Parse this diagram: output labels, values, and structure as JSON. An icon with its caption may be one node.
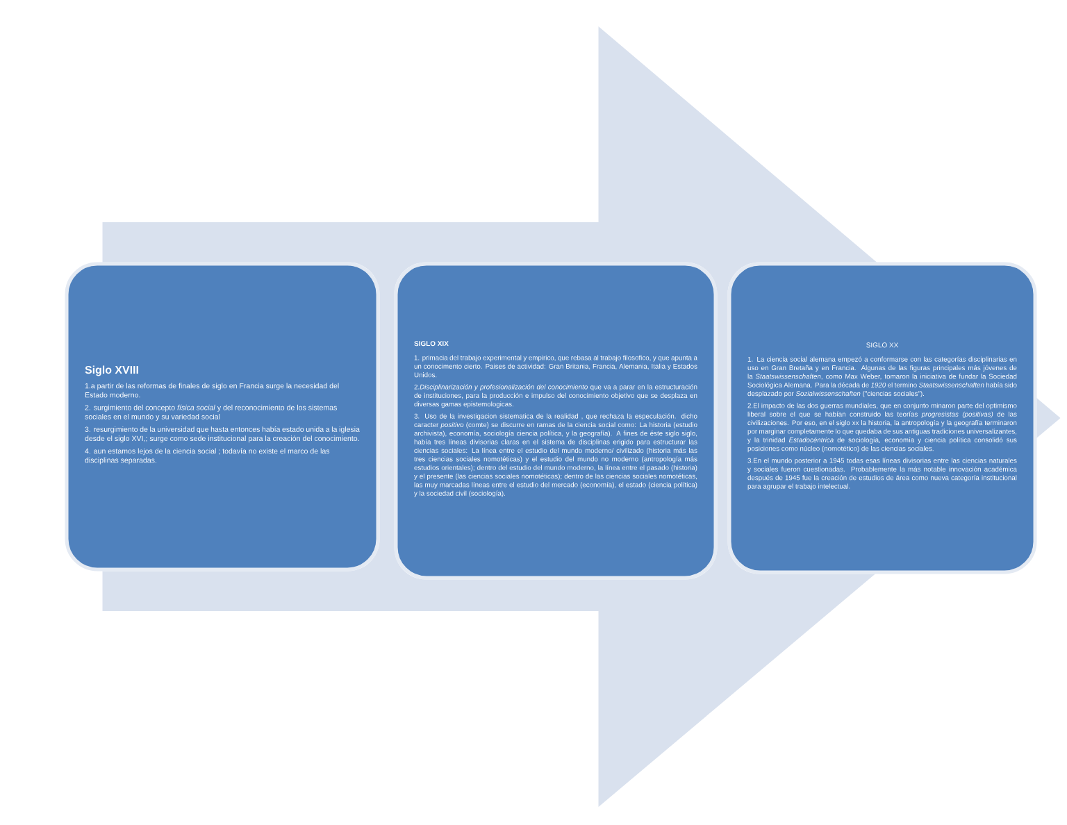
{
  "diagram": {
    "nodes": [
      {
        "text": [
          "Siglo XVIII",
          "1.a partir de las reformas de finales de siglo en Francia surge la necesidad del Estado moderno.",
          "2. surgimiento del concepto *física social* y del reconocimiento de los sistemas sociales en el mundo y su variedad social",
          "3. resurgimiento de la universidad que hasta entonces había estado unida a la iglesia desde el siglo XVI,; surge como sede institucional para la creación del conocimiento.",
          "4. aun estamos lejos de la ciencia social ; todavía no existe el marco de las disciplinas separadas."
        ]
      },
      {
        "text": [
          "SIGLO XIX",
          "1. primacia del trabajo experimental y empirico, que rebasa al trabajo filosofico, y que apunta a un conocimento cierto. Paises de actividad: Gran Britania, Francia, Alemania, Italia y Estados Unidos.",
          "2.*Disciplinarización y profesionalización del conocimiento* que va a parar en la estructuración de instituciones, para la producción e impulso del conocimiento objetivo que se desplaza en diversas gamas epistemologicas.",
          "3. Uso de la investigacion sistematica de la realidad , que rechaza la especulación. dicho caracter *positivo* (comte) se discurre en ramas de la ciencia social como: La historia (estudio archivista), economía, sociología ciencia política, y la geografía). A fines de éste siglo siglo, había tres líneas divisorias claras en el sistema de disciplinas erigido para estructurar las ciencias sociales: La línea entre el estudio del mundo moderno/ civilizado (historia más las tres ciencias sociales nomotéticas) y el estudio del mundo no moderno (antropología más estudios orientales); dentro del estudio del mundo moderno, la línea entre el pasado (historia) y el presente (las ciencias sociales nomotéticas); dentro de las ciencias sociales nomotéticas, las muy marcadas líneas entre el estudio del mercado (economía), el estado (ciencia política) y la sociedad civil (sociología)."
        ]
      },
      {
        "text": [
          "SIGLO XX",
          "1. La ciencia social alemana empezó a conformarse con las categorías disciplinarias en uso en Gran Bretaña y en Francia. Algunas de las figuras principales más jóvenes de la *Staatswissenschaften*, como Max Weber, tomaron la iniciativa de fundar la Sociedad Sociológica Alemana. Para la década de *1920* el termino *Staatswissenschaften* había sido desplazado por *Sozialwissenschaften* (\"ciencias sociales\").",
          "2.El impacto de las dos guerras mundiales, que en conjunto minaron parte del optimismo liberal sobre el que se habían construido las teorías *progresistas (positivas)* de las civilizaciones. Por eso, en el siglo xx la historia, la antropología y la geografía terminaron por marginar completamente lo que quedaba de sus antiguas tradiciones universalizantes, y la trinidad *Estadocéntrica* de sociología, economía y ciencia política consolidó sus posiciones como núcleo (nomotético) de las ciencias sociales.",
          "3.En el mundo posterior a 1945 todas esas líneas divisorias entre las ciencias naturales y sociales fueron cuestionadas. Probablemente la más notable innovación académica después de 1945 fue la creación de estudios de área como nueva categoría institucional para agrupar el trabajo intelectual."
        ]
      }
    ],
    "edges": [
      {
        "from": 0,
        "to": 2,
        "arrow": "to"
      }
    ]
  }
}
